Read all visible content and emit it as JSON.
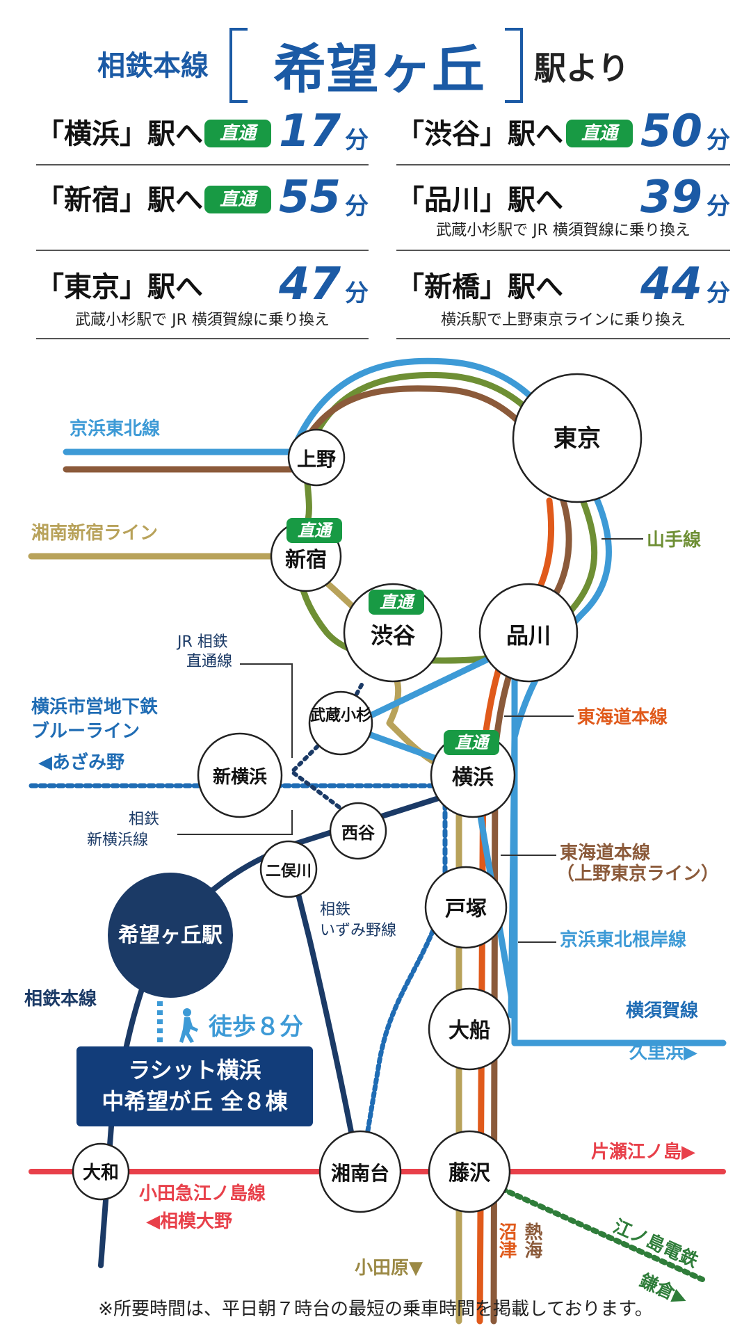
{
  "header": {
    "line": "相鉄本線",
    "station": "希望ヶ丘",
    "from": "駅より"
  },
  "routes": [
    {
      "dest": "「横浜」駅へ",
      "badge": "直通",
      "minutes": "17",
      "unit": "分",
      "note": ""
    },
    {
      "dest": "「渋谷」駅へ",
      "badge": "直通",
      "minutes": "50",
      "unit": "分",
      "note": ""
    },
    {
      "dest": "「新宿」駅へ",
      "badge": "直通",
      "minutes": "55",
      "unit": "分",
      "note": ""
    },
    {
      "dest": "「品川」駅へ",
      "badge": "",
      "minutes": "39",
      "unit": "分",
      "note": "武蔵小杉駅で JR 横須賀線に乗り換え"
    },
    {
      "dest": "「東京」駅へ",
      "badge": "",
      "minutes": "47",
      "unit": "分",
      "note": "武蔵小杉駅で JR 横須賀線に乗り換え"
    },
    {
      "dest": "「新橋」駅へ",
      "badge": "",
      "minutes": "44",
      "unit": "分",
      "note": "横浜駅で上野東京ラインに乗り換え"
    }
  ],
  "map": {
    "stations": {
      "tokyo": "東京",
      "ueno": "上野",
      "shinjuku": "新宿",
      "shibuya": "渋谷",
      "shinagawa": "品川",
      "musashikosugi": "武蔵小杉",
      "shinyokohama": "新横浜",
      "yokohama": "横浜",
      "nishiya": "西谷",
      "futamatagawa": "二俣川",
      "kibogaoka": "希望ヶ丘駅",
      "totsuka": "戸塚",
      "ofuna": "大船",
      "fujisawa": "藤沢",
      "shonandai": "湘南台",
      "yamato": "大和"
    },
    "direct_badge": "直通",
    "lines": {
      "keihin_tohoku": "京浜東北線",
      "shonan_shinjuku": "湘南新宿ライン",
      "yamanote": "山手線",
      "jr_sotetsu_1": "JR 相鉄",
      "jr_sotetsu_2": "直通線",
      "blue_line_1": "横浜市営地下鉄",
      "blue_line_2": "ブルーライン",
      "azamino": "◀あざみ野",
      "tokaido": "東海道本線",
      "sotetsu_shinyokohama_1": "相鉄",
      "sotetsu_shinyokohama_2": "新横浜線",
      "tokaido_ueno_1": "東海道本線",
      "tokaido_ueno_2": "（上野東京ライン）",
      "izumino_1": "相鉄",
      "izumino_2": "いずみ野線",
      "keihin_negishi": "京浜東北根岸線",
      "sotetsu_main": "相鉄本線",
      "yokosuka": "横須賀線",
      "kurihama": "久里浜▶",
      "katase": "片瀬江ノ島▶",
      "odakyu_enoshima": "小田急江ノ島線",
      "sagami_ono": "◀相模大野",
      "enoden": "江ノ島電鉄",
      "kamakura": "鎌倉▶",
      "odawara": "小田原▼",
      "numazu": "沼津",
      "atami": "熱海"
    },
    "walk": {
      "label": "徒歩８分",
      "icon": "walking-person-icon"
    },
    "property": {
      "line1": "ラシット横浜",
      "line2": "中希望が丘 全８棟"
    }
  },
  "footer": "※所要時間は、平日朝７時台の最短の乗車時間を掲載しております。",
  "colors": {
    "navy": "#1b3a66",
    "blue": "#1b5aa5",
    "green_badge": "#189a44",
    "keihin_blue": "#3d9ad6",
    "brown": "#8b5a3a",
    "olive_green": "#6e8f34",
    "khaki": "#b8a25a",
    "orange": "#e05a1b",
    "odakyu_red": "#e8404a",
    "enoden_green": "#2f7d3a"
  }
}
